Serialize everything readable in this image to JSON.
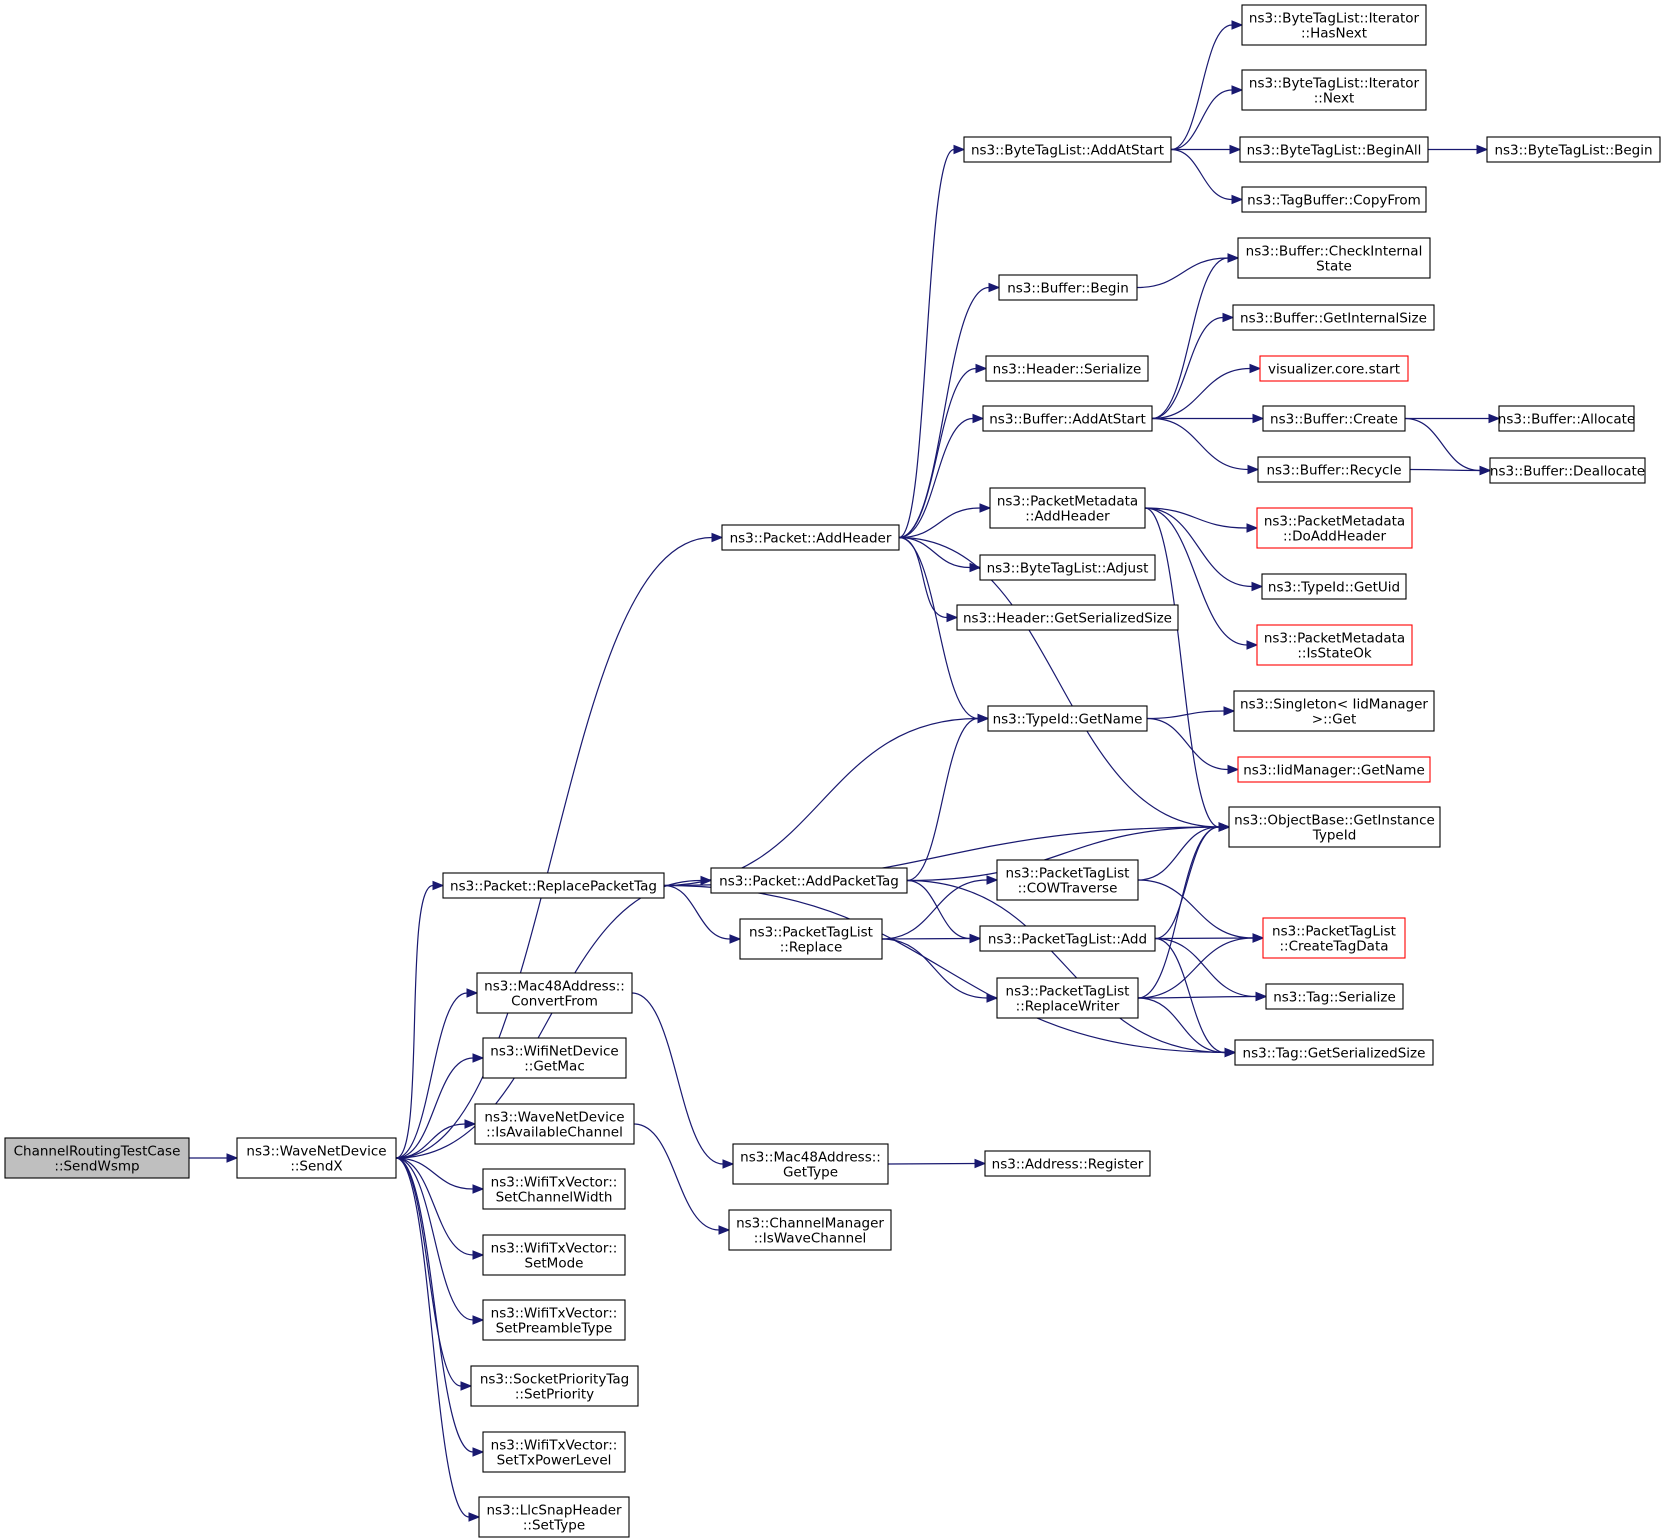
{
  "colors": {
    "edge": "#191970",
    "node_border": "#000000",
    "node_border_truncated": "#ff0000",
    "root_fill": "#bfbfbf",
    "node_fill": "#ffffff"
  },
  "nodes": [
    {
      "id": "sendwsmp",
      "lines": [
        "ChannelRoutingTestCase",
        "::SendWsmp"
      ],
      "style": "root"
    },
    {
      "id": "sendx",
      "lines": [
        "ns3::WaveNetDevice",
        "::SendX"
      ],
      "style": "normal"
    },
    {
      "id": "addheader",
      "lines": [
        "ns3::Packet::AddHeader"
      ],
      "style": "normal"
    },
    {
      "id": "replacepackettag",
      "lines": [
        "ns3::Packet::ReplacePacketTag"
      ],
      "style": "normal"
    },
    {
      "id": "addpackettag",
      "lines": [
        "ns3::Packet::AddPacketTag"
      ],
      "style": "normal"
    },
    {
      "id": "convertfrom",
      "lines": [
        "ns3::Mac48Address::",
        "ConvertFrom"
      ],
      "style": "normal"
    },
    {
      "id": "getmac",
      "lines": [
        "ns3::WifiNetDevice",
        "::GetMac"
      ],
      "style": "normal"
    },
    {
      "id": "isavailablechannel",
      "lines": [
        "ns3::WaveNetDevice",
        "::IsAvailableChannel"
      ],
      "style": "normal"
    },
    {
      "id": "setchannelwidth",
      "lines": [
        "ns3::WifiTxVector::",
        "SetChannelWidth"
      ],
      "style": "normal"
    },
    {
      "id": "setmode",
      "lines": [
        "ns3::WifiTxVector::",
        "SetMode"
      ],
      "style": "normal"
    },
    {
      "id": "setpreambletype",
      "lines": [
        "ns3::WifiTxVector::",
        "SetPreambleType"
      ],
      "style": "normal"
    },
    {
      "id": "setpriority",
      "lines": [
        "ns3::SocketPriorityTag",
        "::SetPriority"
      ],
      "style": "normal"
    },
    {
      "id": "settxpowerlevel",
      "lines": [
        "ns3::WifiTxVector::",
        "SetTxPowerLevel"
      ],
      "style": "normal"
    },
    {
      "id": "settype",
      "lines": [
        "ns3::LlcSnapHeader",
        "::SetType"
      ],
      "style": "normal"
    },
    {
      "id": "bytetag_addatstart",
      "lines": [
        "ns3::ByteTagList::AddAtStart"
      ],
      "style": "normal"
    },
    {
      "id": "buffer_begin",
      "lines": [
        "ns3::Buffer::Begin"
      ],
      "style": "normal"
    },
    {
      "id": "header_serialize",
      "lines": [
        "ns3::Header::Serialize"
      ],
      "style": "normal"
    },
    {
      "id": "buffer_addatstart",
      "lines": [
        "ns3::Buffer::AddAtStart"
      ],
      "style": "normal"
    },
    {
      "id": "pm_addheader",
      "lines": [
        "ns3::PacketMetadata",
        "::AddHeader"
      ],
      "style": "normal"
    },
    {
      "id": "bytetag_adjust",
      "lines": [
        "ns3::ByteTagList::Adjust"
      ],
      "style": "normal"
    },
    {
      "id": "header_getserializedsize",
      "lines": [
        "ns3::Header::GetSerializedSize"
      ],
      "style": "normal"
    },
    {
      "id": "typeid_getname",
      "lines": [
        "ns3::TypeId::GetName"
      ],
      "style": "normal"
    },
    {
      "id": "ptl_cowtraverse",
      "lines": [
        "ns3::PacketTagList",
        "::COWTraverse"
      ],
      "style": "normal"
    },
    {
      "id": "ptl_replace",
      "lines": [
        "ns3::PacketTagList",
        "::Replace"
      ],
      "style": "normal"
    },
    {
      "id": "ptl_add",
      "lines": [
        "ns3::PacketTagList::Add"
      ],
      "style": "normal"
    },
    {
      "id": "ptl_replacewriter",
      "lines": [
        "ns3::PacketTagList",
        "::ReplaceWriter"
      ],
      "style": "normal"
    },
    {
      "id": "mac48_gettype",
      "lines": [
        "ns3::Mac48Address::",
        "GetType"
      ],
      "style": "normal"
    },
    {
      "id": "channelmanager_iswavechannel",
      "lines": [
        "ns3::ChannelManager",
        "::IsWaveChannel"
      ],
      "style": "normal"
    },
    {
      "id": "address_register",
      "lines": [
        "ns3::Address::Register"
      ],
      "style": "normal"
    },
    {
      "id": "iter_hasnext",
      "lines": [
        "ns3::ByteTagList::Iterator",
        "::HasNext"
      ],
      "style": "normal"
    },
    {
      "id": "iter_next",
      "lines": [
        "ns3::ByteTagList::Iterator",
        "::Next"
      ],
      "style": "normal"
    },
    {
      "id": "bytetag_beginall",
      "lines": [
        "ns3::ByteTagList::BeginAll"
      ],
      "style": "normal"
    },
    {
      "id": "bytetag_begin",
      "lines": [
        "ns3::ByteTagList::Begin"
      ],
      "style": "normal"
    },
    {
      "id": "tagbuffer_copyfrom",
      "lines": [
        "ns3::TagBuffer::CopyFrom"
      ],
      "style": "normal"
    },
    {
      "id": "buffer_checkinternalstate",
      "lines": [
        "ns3::Buffer::CheckInternal",
        "State"
      ],
      "style": "normal"
    },
    {
      "id": "buffer_getinternalsize",
      "lines": [
        "ns3::Buffer::GetInternalSize"
      ],
      "style": "normal"
    },
    {
      "id": "visualizer_start",
      "lines": [
        "visualizer.core.start"
      ],
      "style": "truncated"
    },
    {
      "id": "buffer_create",
      "lines": [
        "ns3::Buffer::Create"
      ],
      "style": "normal"
    },
    {
      "id": "buffer_allocate",
      "lines": [
        "ns3::Buffer::Allocate"
      ],
      "style": "normal"
    },
    {
      "id": "buffer_recycle",
      "lines": [
        "ns3::Buffer::Recycle"
      ],
      "style": "normal"
    },
    {
      "id": "buffer_deallocate",
      "lines": [
        "ns3::Buffer::Deallocate"
      ],
      "style": "normal"
    },
    {
      "id": "pm_doaddheader",
      "lines": [
        "ns3::PacketMetadata",
        "::DoAddHeader"
      ],
      "style": "truncated"
    },
    {
      "id": "typeid_getuid",
      "lines": [
        "ns3::TypeId::GetUid"
      ],
      "style": "normal"
    },
    {
      "id": "pm_isstateok",
      "lines": [
        "ns3::PacketMetadata",
        "::IsStateOk"
      ],
      "style": "truncated"
    },
    {
      "id": "singleton_get",
      "lines": [
        "ns3::Singleton< IidManager",
        ">::Get"
      ],
      "style": "normal"
    },
    {
      "id": "iidmanager_getname",
      "lines": [
        "ns3::IidManager::GetName"
      ],
      "style": "truncated"
    },
    {
      "id": "objectbase_getinstancetypeid",
      "lines": [
        "ns3::ObjectBase::GetInstance",
        "TypeId"
      ],
      "style": "normal"
    },
    {
      "id": "ptl_createtagdata",
      "lines": [
        "ns3::PacketTagList",
        "::CreateTagData"
      ],
      "style": "truncated"
    },
    {
      "id": "tag_serialize",
      "lines": [
        "ns3::Tag::Serialize"
      ],
      "style": "normal"
    },
    {
      "id": "tag_getserializedsize",
      "lines": [
        "ns3::Tag::GetSerializedSize"
      ],
      "style": "normal"
    }
  ],
  "edges": [
    [
      "sendwsmp",
      "sendx"
    ],
    [
      "sendx",
      "addheader"
    ],
    [
      "sendx",
      "replacepackettag"
    ],
    [
      "sendx",
      "addpackettag"
    ],
    [
      "sendx",
      "convertfrom"
    ],
    [
      "sendx",
      "getmac"
    ],
    [
      "sendx",
      "isavailablechannel"
    ],
    [
      "sendx",
      "setchannelwidth"
    ],
    [
      "sendx",
      "setmode"
    ],
    [
      "sendx",
      "setpreambletype"
    ],
    [
      "sendx",
      "setpriority"
    ],
    [
      "sendx",
      "settxpowerlevel"
    ],
    [
      "sendx",
      "settype"
    ],
    [
      "addheader",
      "bytetag_addatstart"
    ],
    [
      "addheader",
      "buffer_begin"
    ],
    [
      "addheader",
      "header_serialize"
    ],
    [
      "addheader",
      "buffer_addatstart"
    ],
    [
      "addheader",
      "pm_addheader"
    ],
    [
      "addheader",
      "bytetag_adjust"
    ],
    [
      "addheader",
      "header_getserializedsize"
    ],
    [
      "addheader",
      "typeid_getname"
    ],
    [
      "addheader",
      "objectbase_getinstancetypeid"
    ],
    [
      "replacepackettag",
      "typeid_getname"
    ],
    [
      "replacepackettag",
      "objectbase_getinstancetypeid"
    ],
    [
      "replacepackettag",
      "ptl_replace"
    ],
    [
      "replacepackettag",
      "tag_getserializedsize"
    ],
    [
      "addpackettag",
      "typeid_getname"
    ],
    [
      "addpackettag",
      "objectbase_getinstancetypeid"
    ],
    [
      "addpackettag",
      "ptl_add"
    ],
    [
      "addpackettag",
      "tag_getserializedsize"
    ],
    [
      "convertfrom",
      "mac48_gettype"
    ],
    [
      "isavailablechannel",
      "channelmanager_iswavechannel"
    ],
    [
      "mac48_gettype",
      "address_register"
    ],
    [
      "ptl_replace",
      "ptl_cowtraverse"
    ],
    [
      "ptl_replace",
      "ptl_add"
    ],
    [
      "ptl_replace",
      "ptl_replacewriter"
    ],
    [
      "ptl_cowtraverse",
      "objectbase_getinstancetypeid"
    ],
    [
      "ptl_cowtraverse",
      "ptl_createtagdata"
    ],
    [
      "ptl_add",
      "objectbase_getinstancetypeid"
    ],
    [
      "ptl_add",
      "ptl_createtagdata"
    ],
    [
      "ptl_add",
      "tag_serialize"
    ],
    [
      "ptl_add",
      "tag_getserializedsize"
    ],
    [
      "ptl_replacewriter",
      "objectbase_getinstancetypeid"
    ],
    [
      "ptl_replacewriter",
      "ptl_createtagdata"
    ],
    [
      "ptl_replacewriter",
      "tag_serialize"
    ],
    [
      "ptl_replacewriter",
      "tag_getserializedsize"
    ],
    [
      "bytetag_addatstart",
      "iter_hasnext"
    ],
    [
      "bytetag_addatstart",
      "iter_next"
    ],
    [
      "bytetag_addatstart",
      "bytetag_beginall"
    ],
    [
      "bytetag_addatstart",
      "tagbuffer_copyfrom"
    ],
    [
      "bytetag_beginall",
      "bytetag_begin"
    ],
    [
      "buffer_begin",
      "buffer_checkinternalstate"
    ],
    [
      "buffer_addatstart",
      "buffer_checkinternalstate"
    ],
    [
      "buffer_addatstart",
      "buffer_getinternalsize"
    ],
    [
      "buffer_addatstart",
      "visualizer_start"
    ],
    [
      "buffer_addatstart",
      "buffer_create"
    ],
    [
      "buffer_addatstart",
      "buffer_recycle"
    ],
    [
      "buffer_create",
      "buffer_allocate"
    ],
    [
      "buffer_create",
      "buffer_deallocate"
    ],
    [
      "buffer_recycle",
      "buffer_deallocate"
    ],
    [
      "pm_addheader",
      "pm_doaddheader"
    ],
    [
      "pm_addheader",
      "typeid_getuid"
    ],
    [
      "pm_addheader",
      "pm_isstateok"
    ],
    [
      "pm_addheader",
      "objectbase_getinstancetypeid"
    ],
    [
      "typeid_getname",
      "singleton_get"
    ],
    [
      "typeid_getname",
      "iidmanager_getname"
    ]
  ]
}
